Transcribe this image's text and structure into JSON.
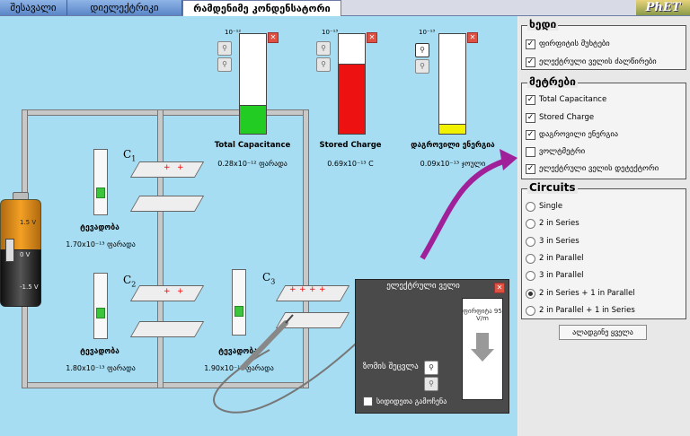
{
  "tabs": [
    {
      "label": "შესავალი",
      "active": false
    },
    {
      "label": "დიელექტრიკი",
      "active": false
    },
    {
      "label": "რამდენიმე კონდენსატორი",
      "active": true
    }
  ],
  "logo": "PhET",
  "view_panel": {
    "title": "ხედი",
    "items": [
      {
        "label": "ფირფიტის მუხტები",
        "checked": true
      },
      {
        "label": "ელექტრული ველის ძალწირები",
        "checked": true
      }
    ]
  },
  "meters_panel": {
    "title": "მეტრები",
    "items": [
      {
        "label": "Total Capacitance",
        "checked": true
      },
      {
        "label": "Stored Charge",
        "checked": true
      },
      {
        "label": "დაგროვილი ენერგია",
        "checked": true
      },
      {
        "label": "ვოლტმეტრი",
        "checked": false
      },
      {
        "label": "ელექტრული ველის დეტექტორი",
        "checked": true
      }
    ]
  },
  "circuits_panel": {
    "title": "Circuits",
    "items": [
      {
        "label": "Single",
        "selected": false
      },
      {
        "label": "2 in Series",
        "selected": false
      },
      {
        "label": "3 in Series",
        "selected": false
      },
      {
        "label": "2 in Parallel",
        "selected": false
      },
      {
        "label": "3 in Parallel",
        "selected": false
      },
      {
        "label": "2 in Series + 1 in Parallel",
        "selected": true
      },
      {
        "label": "2 in Parallel + 1 in Series",
        "selected": false
      }
    ]
  },
  "reset_label": "ალადგინე ყველა",
  "meters": [
    {
      "scale": "10⁻¹²",
      "label": "Total Capacitance",
      "value": "0.28x10⁻¹² ფარადა",
      "fill_fraction": 0.28,
      "color": "#22cc22"
    },
    {
      "scale": "10⁻¹³",
      "label": "Stored Charge",
      "value": "0.69x10⁻¹³ C",
      "fill_fraction": 0.69,
      "color": "#ee1111"
    },
    {
      "scale": "10⁻¹³",
      "label": "დაგროვილი ენერგია",
      "value": "0.09x10⁻¹³ ჯოული",
      "fill_fraction": 0.09,
      "color": "#f2f200"
    }
  ],
  "battery": {
    "top": "1.5 V",
    "mid": "0 V",
    "bottom": "-1.5 V"
  },
  "capacitors": [
    {
      "label": "C",
      "sub": "1",
      "slider_label": "ტევადობა",
      "value": "1.70x10⁻¹³ ფარადა"
    },
    {
      "label": "C",
      "sub": "2",
      "slider_label": "ტევადობა",
      "value": "1.80x10⁻¹³ ფარადა"
    },
    {
      "label": "C",
      "sub": "3",
      "slider_label": "ტევადობა",
      "value": "1.90x10⁻¹³ ფარადა"
    }
  ],
  "efield": {
    "title": "ელექტრული ველი",
    "vector_value": "ფირფიტა 95 V/m",
    "probe_label": "ზომის შეცვლა",
    "show_values": "სიდიდეთა გამოჩენა"
  }
}
